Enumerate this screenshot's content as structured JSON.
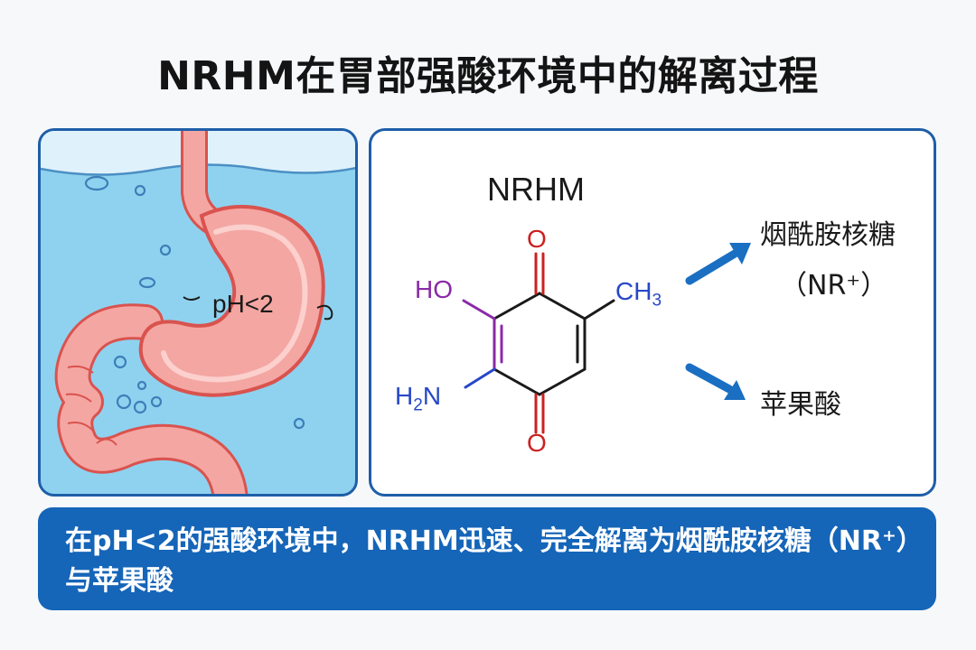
{
  "title": "NRHM在胃部强酸环境中的解离过程",
  "stomach_panel": {
    "ph_label": "pH<2"
  },
  "molecule_panel": {
    "molecule_name": "NRHM",
    "atoms": {
      "oxygen_top": "O",
      "oxygen_bottom": "O",
      "hydroxyl": "HO",
      "methyl_c": "CH",
      "methyl_sub": "3",
      "amino_h": "H",
      "amino_sub": "2",
      "amino_n": "N"
    },
    "products": {
      "nr_name": "烟酰胺核糖",
      "nr_formula": "（NR⁺）",
      "malic_acid": "苹果酸"
    }
  },
  "banner": {
    "text": "在pH<2的强酸环境中，NRHM迅速、完全解离为烟酰胺核糖（NR⁺）与苹果酸"
  },
  "colors": {
    "accent_blue": "#1565b8",
    "panel_border": "#1f5ea8",
    "water": "#8fd2ef",
    "stomach_fill": "#f4a6a2",
    "stomach_stroke": "#d9534f",
    "oxygen_red": "#cc2020",
    "hydroxyl_purple": "#8a2aa8",
    "nitrogen_blue": "#2747c8",
    "arrow_blue": "#1a6fc2"
  }
}
